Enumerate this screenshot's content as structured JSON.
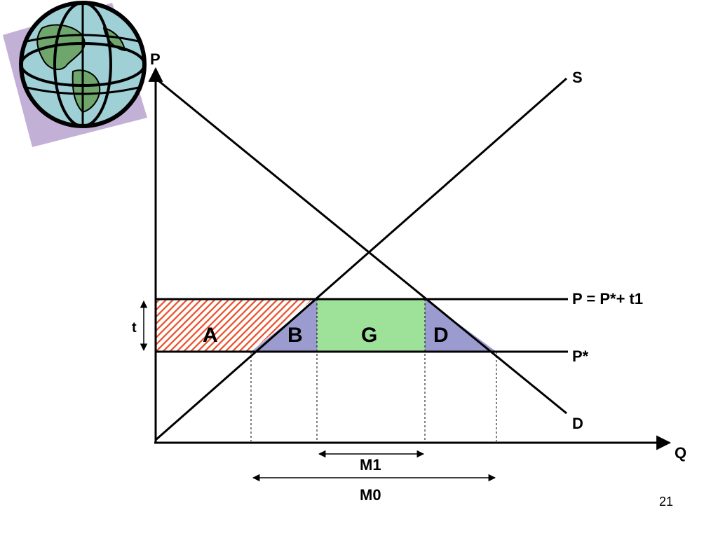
{
  "axes": {
    "y_label": "P",
    "x_label": "Q"
  },
  "curves": {
    "supply_label": "S",
    "demand_label": "D"
  },
  "price_lines": {
    "tariff_label": "P = P*+ t1",
    "world_label": "P*"
  },
  "tariff_marker": {
    "label": "t"
  },
  "areas": {
    "a": {
      "label": "A",
      "color": "#e8502a"
    },
    "b": {
      "label": "B",
      "color": "#9b9bd0"
    },
    "g": {
      "label": "G",
      "color": "#9ee29a"
    },
    "d": {
      "label": "D",
      "color": "#9b9bd0"
    }
  },
  "imports": {
    "m1_label": "M1",
    "m0_label": "M0"
  },
  "page_number": "21",
  "colors": {
    "line": "#000000",
    "globe_shadow": "#b8a2cf",
    "globe_ocean": "#9fd0d6",
    "globe_land": "#6fa66b"
  }
}
